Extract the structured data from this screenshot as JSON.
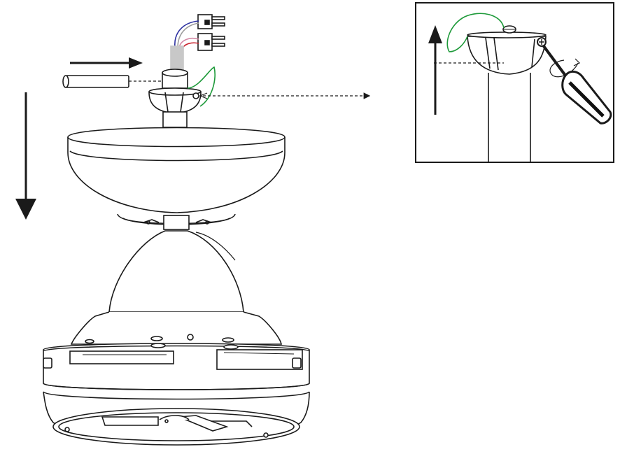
{
  "figure": {
    "description_text": "",
    "colors": {
      "line": "#1a1a1a",
      "ground_wire": "#1e9a3a",
      "wire_blue": "#2b2fa0",
      "wire_white": "#e8e8e8",
      "wire_red": "#c81e2a",
      "wire_pink": "#d48aa6",
      "downrod_grey": "#c8c8c8",
      "screwdriver_handle": "#111111"
    },
    "main_view": {
      "parts": [
        "connector-plugs",
        "wires",
        "downrod",
        "pin",
        "hanger-ball",
        "canopy",
        "motor-housing",
        "fan-motor-body"
      ],
      "arrows": [
        "insert-pin-arrow",
        "lower-assembly-arrow",
        "align-hole-dashed-arrow"
      ]
    },
    "detail_view": {
      "parts": [
        "downrod",
        "hanger-ball",
        "ground-wire",
        "screwdriver",
        "rotation-arrow"
      ],
      "arrows": [
        "raise-arrow"
      ]
    }
  }
}
